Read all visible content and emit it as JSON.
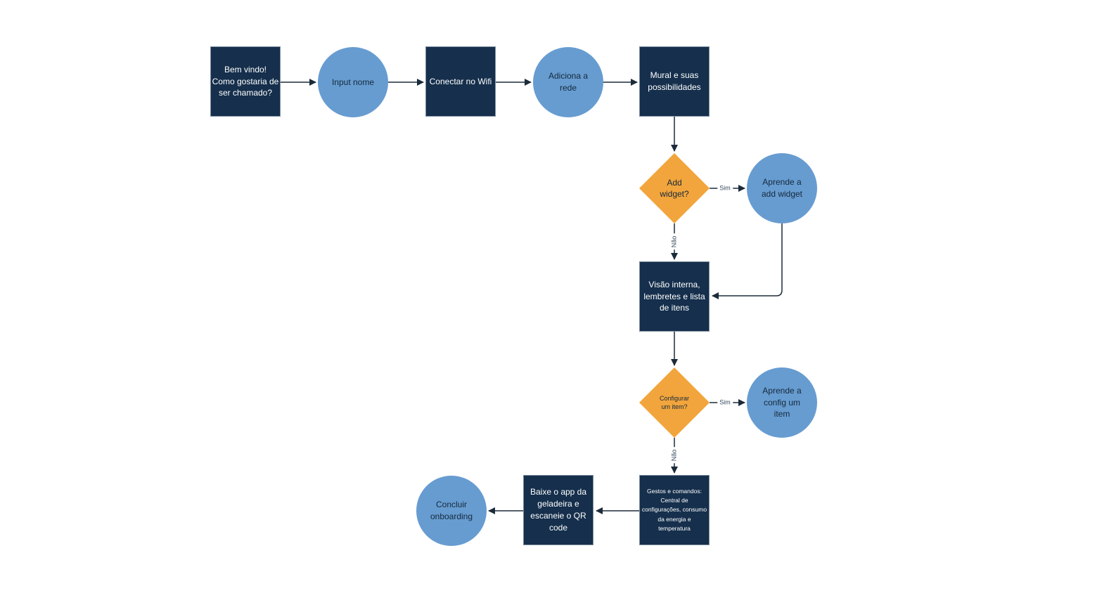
{
  "colors": {
    "background": "#FFFFFF",
    "process_fill": "#152F4C",
    "process_text": "#FFFFFF",
    "terminal_fill": "#679CD1",
    "decision_fill": "#F2A53C",
    "dark_text": "#15293B",
    "edge_stroke": "#1C2B3A",
    "edge_label_text": "#33475C"
  },
  "nodes": {
    "welcome": {
      "label": "Bem vindo!\nComo gostaria de\nser chamado?"
    },
    "input_nome": {
      "label": "Input nome"
    },
    "conectar_wifi": {
      "label": "Conectar no Wifi"
    },
    "adiciona_rede": {
      "label": "Adiciona a\nrede"
    },
    "mural": {
      "label": "Mural e suas\npossibilidades"
    },
    "add_widget": {
      "label": "Add\nwidget?"
    },
    "aprende_add_widget": {
      "label": "Aprende a\nadd widget"
    },
    "visao_interna": {
      "label": "Visão interna,\nlembretes e lista\nde itens"
    },
    "configurar_item": {
      "label": "Configurar\num item?"
    },
    "aprende_config_item": {
      "label": "Aprende a\nconfig um\nitem"
    },
    "gestos_comandos": {
      "label": "Gestos e comandos:\nCentral de\nconfigurações, consumo\nda energia e\ntemperatura"
    },
    "baixe_app": {
      "label": "Baixe o app da\ngeladeira e\nescaneie o QR\ncode"
    },
    "concluir": {
      "label": "Concluir\nonboarding"
    }
  },
  "edge_labels": {
    "add_widget_yes": "Sim",
    "add_widget_no": "Não",
    "configurar_item_yes": "Sim",
    "configurar_item_no": "Não"
  }
}
